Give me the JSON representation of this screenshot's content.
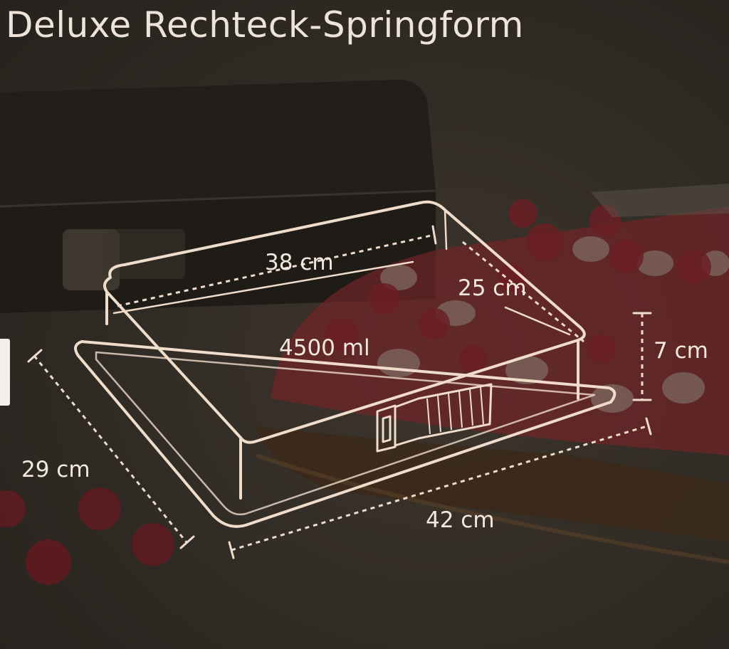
{
  "title": "Deluxe Rechteck-Springform",
  "dimensions": {
    "inner_length": "38 cm",
    "inner_width": "25 cm",
    "height": "7 cm",
    "outer_width": "29 cm",
    "outer_length": "42 cm",
    "volume": "4500 ml"
  },
  "colors": {
    "outline": "#f0dccb",
    "text": "#f2e8de",
    "background": "#2f2a24",
    "cake_red": "#7a2a2a",
    "raspberry": "#6b1f24"
  }
}
